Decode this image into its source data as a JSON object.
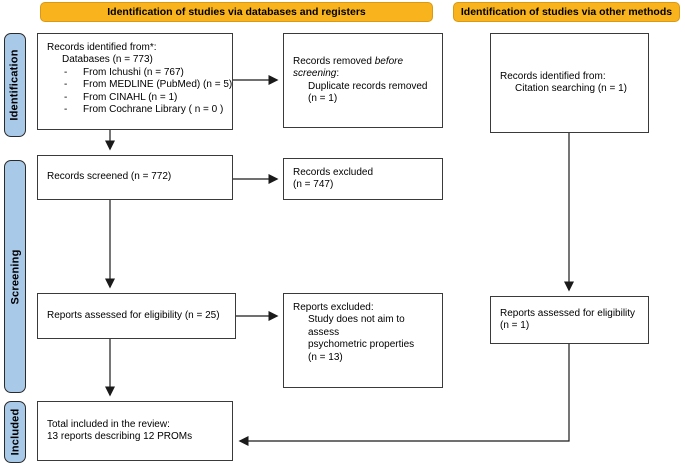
{
  "colors": {
    "header_fill": "#F8B31D",
    "header_border": "#DA9915",
    "sidebar_fill": "#A9C9E9",
    "box_border": "#3A3A3A",
    "arrow": "#1A1A1A"
  },
  "headers": {
    "databases_registers": "Identification of studies via databases and registers",
    "other_methods": "Identification of studies via other methods"
  },
  "sidebar": {
    "identification": "Identification",
    "screening": "Screening",
    "included": "Included"
  },
  "boxes": {
    "records_identified": {
      "title": "Records identified from*:",
      "subtitle": "Databases (n = 773)",
      "bullet": "-",
      "items": [
        "From Ichushi (n = 767)",
        "From MEDLINE (PubMed) (n = 5)",
        "From CINAHL (n = 1)",
        "From Cochrane Library ( n = 0 )"
      ]
    },
    "records_removed": {
      "lead": "Records removed",
      "italic_before": "before",
      "italic_screening": "screening",
      "colon": ":",
      "detail_line1": "Duplicate records removed",
      "detail_line2": "(n = 1)"
    },
    "records_screened": {
      "text": "Records screened (n = 772)"
    },
    "records_excluded": {
      "line1": "Records excluded",
      "line2": "(n = 747)"
    },
    "reports_assessed_databases": {
      "text": "Reports assessed for eligibility (n = 25)"
    },
    "reports_excluded": {
      "title": "Reports excluded:",
      "reason_line1": "Study does not aim to assess",
      "reason_line2": "psychometric properties",
      "count": "(n = 13)"
    },
    "total_included": {
      "line1": "Total included in the review:",
      "line2": "13 reports describing 12 PROMs"
    },
    "records_identified_other": {
      "title": "Records identified from:",
      "detail": "Citation searching (n = 1)"
    },
    "reports_assessed_other": {
      "line1": "Reports assessed for eligibility",
      "line2": "(n = 1)"
    }
  }
}
